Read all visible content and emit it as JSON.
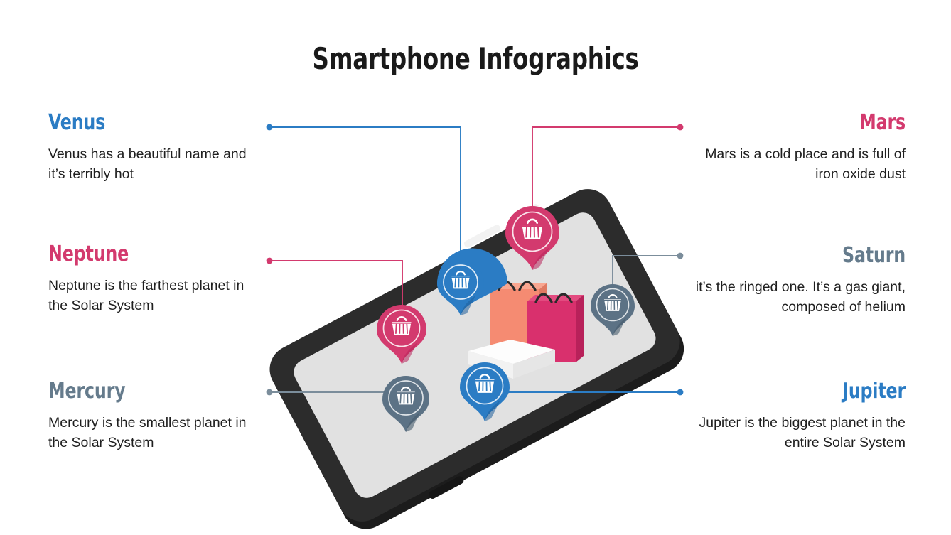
{
  "title": "Smartphone Infographics",
  "palette": {
    "blue": "#2b7cc4",
    "pink": "#d33a6e",
    "slate": "#657b8c",
    "slate_dark": "#5b6f80",
    "text": "#1f1f1f",
    "title": "#1a1a1a",
    "phone_body": "#2b2b2b",
    "phone_side": "#1d1d1d",
    "screen": "#e3e3e3",
    "bag_coral": "#f58b72",
    "bag_pink": "#d9306d",
    "box_white": "#fbfbfb"
  },
  "items": [
    {
      "id": "venus",
      "heading": "Venus",
      "body": "Venus has a beautiful name and it’s terribly hot",
      "side": "left",
      "color_key": "blue",
      "color": "#2b7cc4"
    },
    {
      "id": "neptune",
      "heading": "Neptune",
      "body": "Neptune is the farthest planet in the Solar System",
      "side": "left",
      "color_key": "pink",
      "color": "#d33a6e"
    },
    {
      "id": "mercury",
      "heading": "Mercury",
      "body": "Mercury is the smallest planet in the Solar System",
      "side": "left",
      "color_key": "slate",
      "color": "#657b8c"
    },
    {
      "id": "mars",
      "heading": "Mars",
      "body": "Mars is a cold place and is full of iron oxide dust",
      "side": "right",
      "color_key": "pink",
      "color": "#d33a6e"
    },
    {
      "id": "saturn",
      "heading": "Saturn",
      "body": "it’s the ringed one. It’s a gas giant, composed of helium",
      "side": "right",
      "color_key": "slate",
      "color": "#657b8c"
    },
    {
      "id": "jupiter",
      "heading": "Jupiter",
      "body": "Jupiter is the biggest planet in the entire Solar System",
      "side": "right",
      "color_key": "blue",
      "color": "#2b7cc4"
    }
  ],
  "markers": [
    {
      "id": "marker-mars",
      "icon": "shopping-basket-icon",
      "color": "#d33a6e",
      "linked_to": "mars"
    },
    {
      "id": "marker-venus",
      "icon": "shopping-basket-icon",
      "color": "#2b7cc4",
      "linked_to": "venus"
    },
    {
      "id": "marker-neptune",
      "icon": "shopping-basket-icon",
      "color": "#d33a6e",
      "linked_to": "neptune"
    },
    {
      "id": "marker-saturn",
      "icon": "shopping-basket-icon",
      "color": "#657b8c",
      "linked_to": "saturn"
    },
    {
      "id": "marker-mercury",
      "icon": "shopping-basket-icon",
      "color": "#657b8c",
      "linked_to": "mercury"
    },
    {
      "id": "marker-jupiter",
      "icon": "shopping-basket-icon",
      "color": "#2b7cc4",
      "linked_to": "jupiter"
    }
  ],
  "illustration": {
    "name": "isometric-smartphone-with-shopping-bags",
    "objects": [
      "smartphone",
      "shopping-bag-coral",
      "shopping-bag-pink",
      "white-box",
      "volume-buttons",
      "speaker-slot"
    ]
  }
}
